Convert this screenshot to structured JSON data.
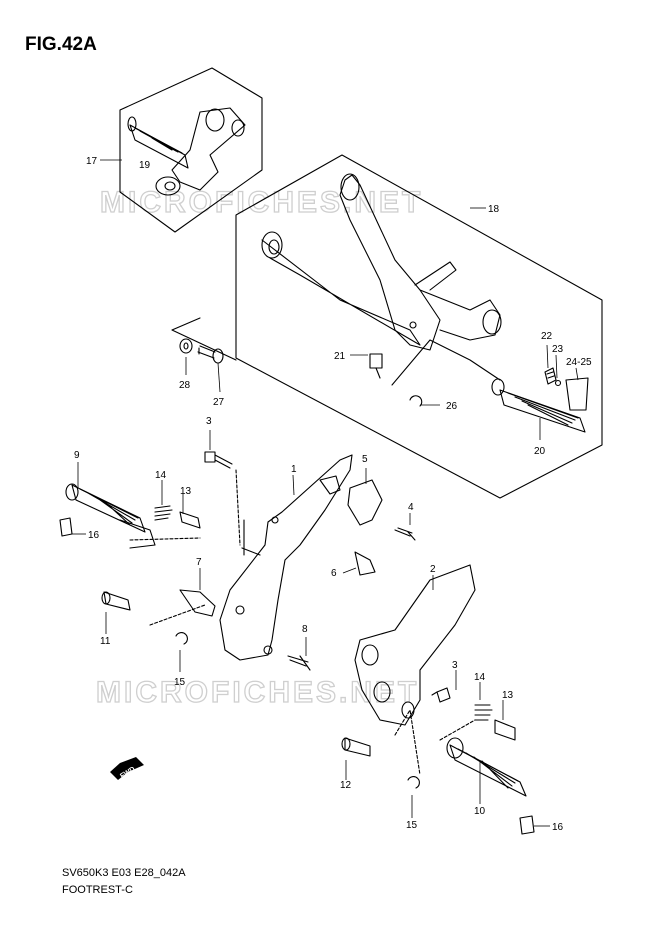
{
  "header": {
    "figure": "FIG.42A"
  },
  "footer": {
    "code": "SV650K3 E03 E28_042A",
    "caption": "FOOTREST-C"
  },
  "watermark": "MICROFICHES.NET",
  "fwd_label": "FWD",
  "callouts": [
    "1",
    "2",
    "3",
    "3",
    "4",
    "5",
    "6",
    "7",
    "8",
    "9",
    "10",
    "11",
    "12",
    "13",
    "13",
    "14",
    "14",
    "15",
    "15",
    "16",
    "16",
    "17",
    "18",
    "19",
    "20",
    "21",
    "22",
    "23",
    "24-25",
    "26",
    "27",
    "28"
  ]
}
